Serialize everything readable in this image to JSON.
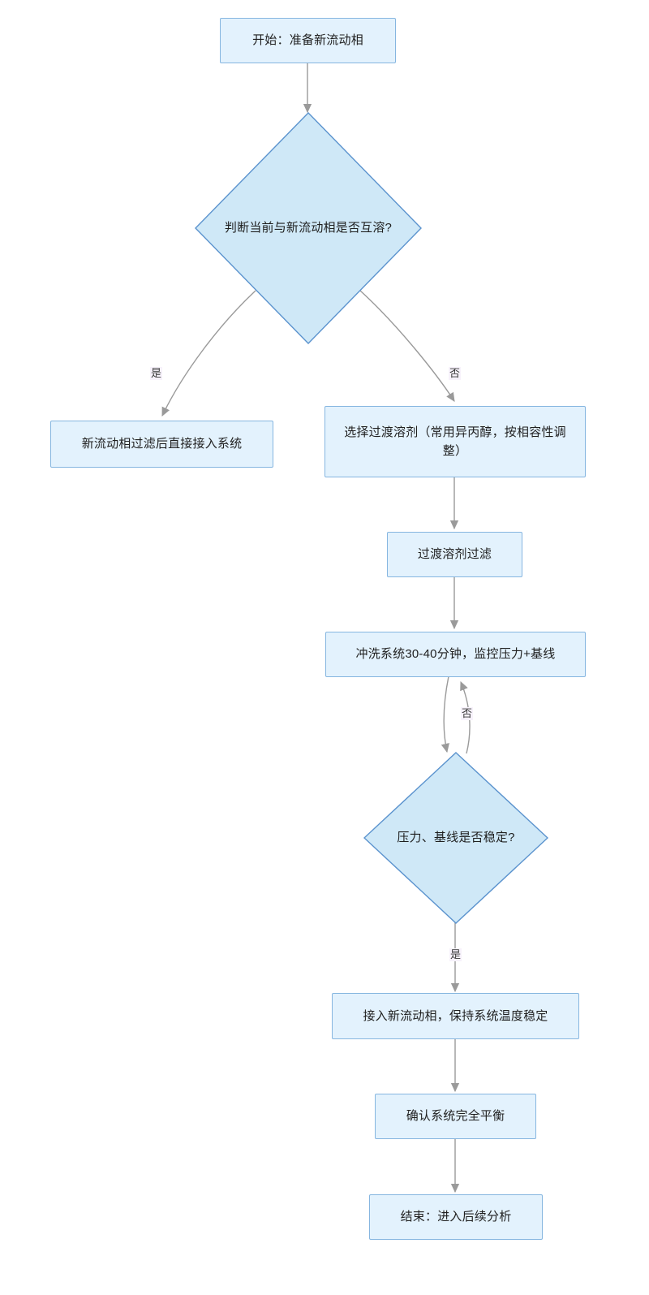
{
  "diagram": {
    "type": "flowchart",
    "title_text_present": false,
    "background_color": "#ffffff",
    "node_fill": "#e3f2fd",
    "decision_fill": "#cfe8f7",
    "node_border": "#86b6e0",
    "decision_border": "#5b93ce",
    "edge_color": "#9a9a9a",
    "label_color": "#3a3a3a",
    "label_background": "#f7f2fb"
  },
  "nodes": {
    "start": {
      "label": "开始：准备新流动相",
      "shape": "process"
    },
    "decision_miscible": {
      "label": "判断当前与新流动相是否互溶?",
      "shape": "decision"
    },
    "direct_connect": {
      "label": "新流动相过滤后直接接入系统",
      "shape": "process"
    },
    "choose_solvent": {
      "label": "选择过渡溶剂（常用异丙醇，按相容性调整）",
      "shape": "process"
    },
    "filter_solvent": {
      "label": "过渡溶剂过滤",
      "shape": "process"
    },
    "flush_system": {
      "label": "冲洗系统30-40分钟，监控压力+基线",
      "shape": "process"
    },
    "decision_stable": {
      "label": "压力、基线是否稳定?",
      "shape": "decision"
    },
    "connect_new_phase": {
      "label": "接入新流动相，保持系统温度稳定",
      "shape": "process"
    },
    "confirm_equilibrium": {
      "label": "确认系统完全平衡",
      "shape": "process"
    },
    "end": {
      "label": "结束：进入后续分析",
      "shape": "process"
    }
  },
  "edge_labels": {
    "miscible_yes": "是",
    "miscible_no": "否",
    "stable_no": "否",
    "stable_yes": "是"
  }
}
